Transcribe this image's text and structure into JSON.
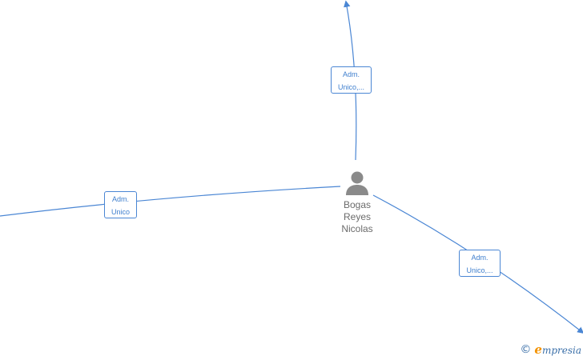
{
  "graph": {
    "center_person": {
      "name_lines": [
        "Bogas",
        "Reyes",
        "Nicolas"
      ],
      "icon": "person-icon"
    },
    "edges": [
      {
        "id": "top",
        "label_lines": [
          "Adm.",
          "Unico,..."
        ]
      },
      {
        "id": "left",
        "label_lines": [
          "Adm.",
          "Unico"
        ]
      },
      {
        "id": "right",
        "label_lines": [
          "Adm.",
          "Unico,..."
        ]
      }
    ]
  },
  "footer": {
    "copyright_symbol": "©",
    "brand_initial": "e",
    "brand_rest": "mpresia"
  },
  "colors": {
    "edge": "#4a86d4",
    "label_text": "#3f7fce",
    "person_icon": "#8a8a8a",
    "person_text": "#6b6b6b",
    "brand_accent": "#f39200",
    "brand_text": "#3a6fa8"
  }
}
